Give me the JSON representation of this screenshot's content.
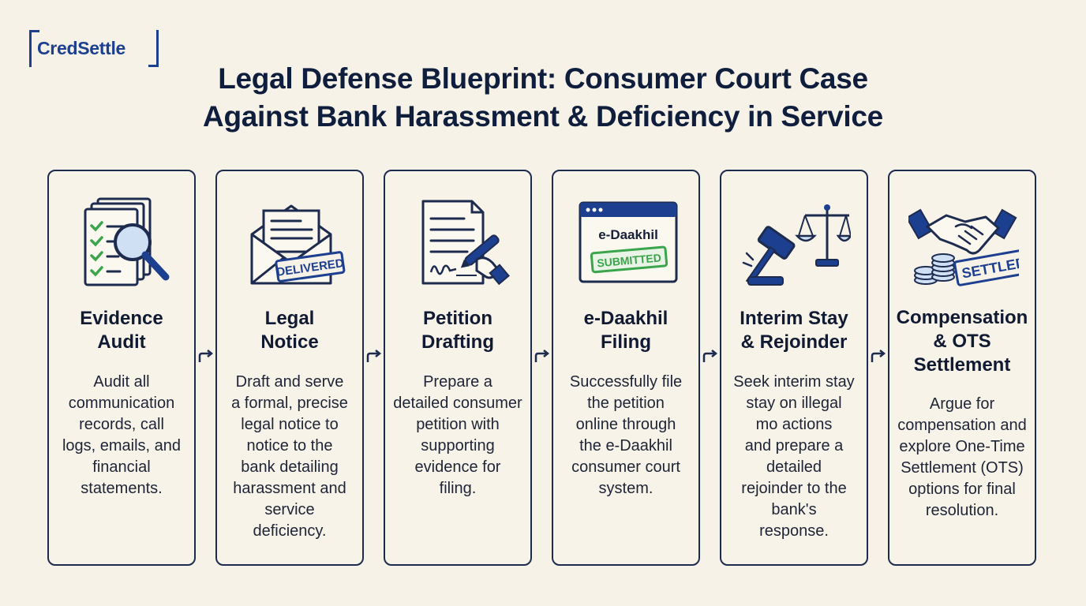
{
  "brand": {
    "name": "CredSettle"
  },
  "title": {
    "line1": "Legal Defense Blueprint: Consumer Court Case",
    "line2": "Against Bank Harassment & Deficiency in Service"
  },
  "colors": {
    "navy": "#1d3f8f",
    "accent_green": "#3aa54a",
    "background": "#f6f2e7"
  },
  "steps": [
    {
      "icon": "document-magnifier-icon",
      "heading": [
        "Evidence",
        "Audit"
      ],
      "desc": [
        "Audit all",
        "communication",
        "records, call",
        "logs, emails, and",
        "financial",
        "statements."
      ]
    },
    {
      "icon": "envelope-delivered-icon",
      "stamp": "DELIVERED",
      "heading": [
        "Legal",
        "Notice"
      ],
      "desc": [
        "Draft and serve",
        "a formal, precise",
        "legal notice to",
        "notice to the",
        "bank detailing",
        "harassment and",
        "service",
        "deficiency."
      ]
    },
    {
      "icon": "petition-signing-icon",
      "heading": [
        "Petition",
        "Drafting"
      ],
      "desc": [
        "Prepare a",
        "detailed consumer",
        "petition with",
        "supporting",
        "evidence for",
        "filing."
      ]
    },
    {
      "icon": "browser-submitted-icon",
      "window_label": "e-Daakhil",
      "stamp": "SUBMITTED",
      "heading": [
        "e-Daakhil",
        "Filing"
      ],
      "desc": [
        "Successfully file",
        "the petition",
        "online through",
        "the e-Daakhil",
        "consumer court",
        "system."
      ]
    },
    {
      "icon": "gavel-scales-icon",
      "heading": [
        "Interim Stay",
        "& Rejoinder"
      ],
      "desc": [
        "Seek interim stay",
        "stay on illegal",
        "mo actions",
        "and prepare a",
        "detailed",
        "rejoinder to the",
        "bank's",
        "response."
      ]
    },
    {
      "icon": "handshake-coins-icon",
      "stamp": "SETTLED",
      "heading": [
        "Compensation",
        "& OTS",
        "Settlement"
      ],
      "desc": [
        "Argue for",
        "compensation and",
        "explore One-Time",
        "Settlement (OTS)",
        "options for final",
        "resolution."
      ]
    }
  ]
}
